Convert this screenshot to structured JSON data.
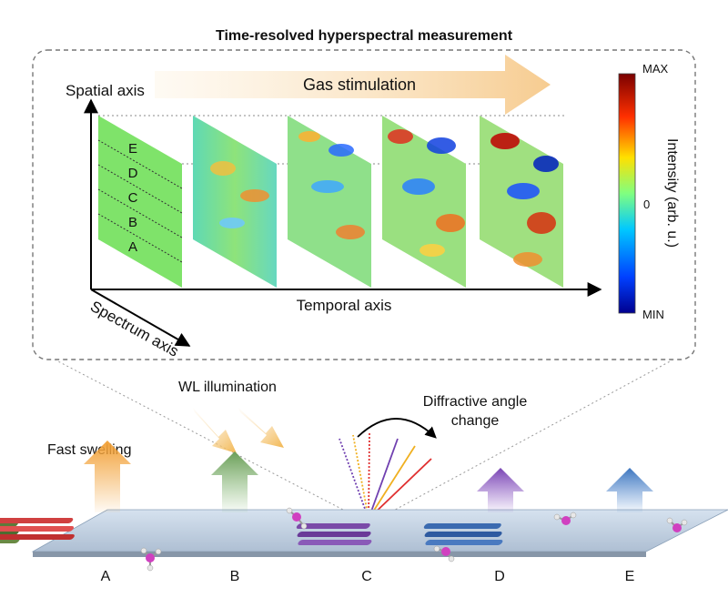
{
  "title": "Time-resolved hyperspectral measurement",
  "gas_stimulation": "Gas stimulation",
  "axes": {
    "spatial": "Spatial axis",
    "temporal": "Temporal axis",
    "spectrum": "Spectrum axis"
  },
  "colorbar": {
    "max": "MAX",
    "zero": "0",
    "min": "MIN",
    "label": "Intensity (arb. u.)"
  },
  "slice_labels": [
    "A",
    "B",
    "C",
    "D",
    "E"
  ],
  "bottom": {
    "fast_swelling": "Fast swelling",
    "wl_illumination": "WL illumination",
    "diffractive_line1": "Diffractive angle",
    "diffractive_line2": "change",
    "positions": [
      "A",
      "B",
      "C",
      "D",
      "E"
    ]
  },
  "colors": {
    "slice_green": "#7fe36a",
    "dashed_box": "#777777",
    "arrow_A": "#f2a23a",
    "arrow_B": "#7db46a",
    "arrow_D": "#8a55c4",
    "arrow_E": "#4d86cf",
    "rods_A": "#c9b24a",
    "rods_B": "#5c7a3a",
    "rods_C": "#d04040",
    "rods_D": "#7a4aa8",
    "rods_E": "#3a6ab0"
  }
}
